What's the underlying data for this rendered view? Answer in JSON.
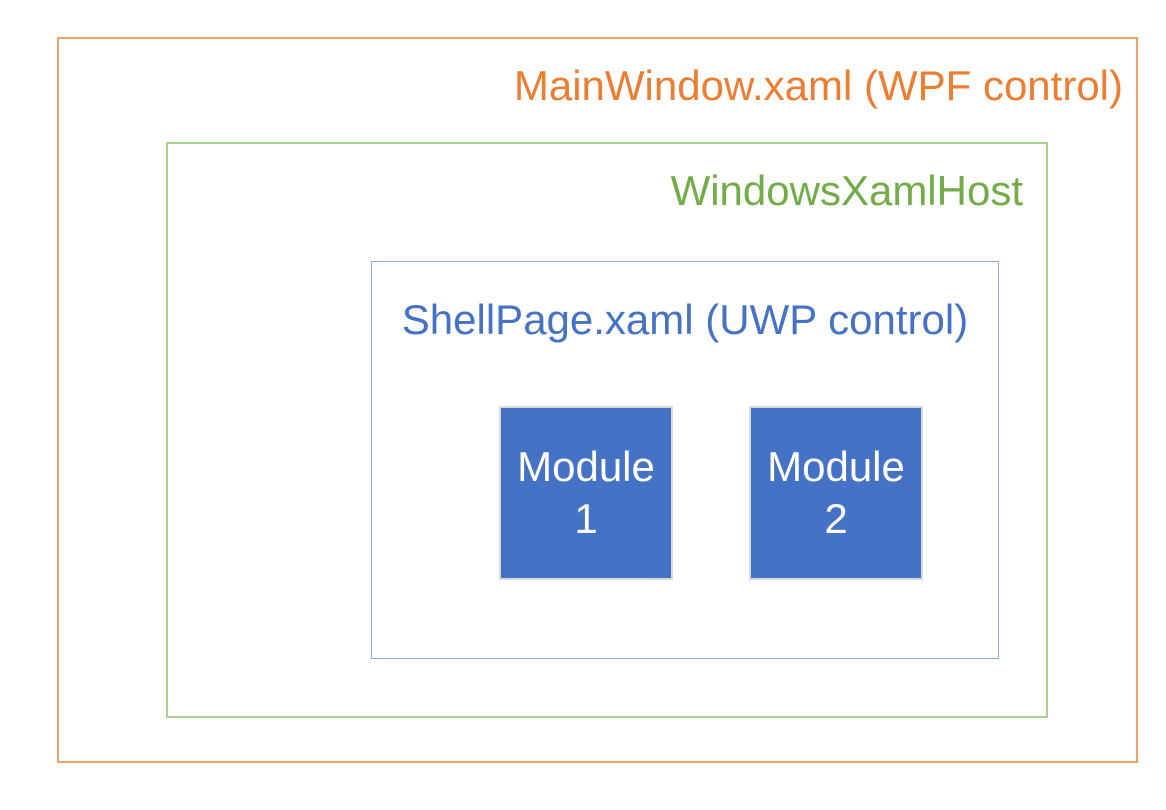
{
  "diagram": {
    "outer_box": {
      "label": "MainWindow.xaml (WPF control)",
      "text_color": "#ED7D31",
      "border_color": "#F2A269"
    },
    "host_box": {
      "label": "WindowsXamlHost",
      "text_color": "#70AD47",
      "border_color": "#A9D18E"
    },
    "shell_box": {
      "label": "ShellPage.xaml (UWP control)",
      "text_color": "#4472C4",
      "border_color": "#8FAADC"
    },
    "modules": [
      {
        "label": "Module 1",
        "line1": "Module",
        "line2": "1",
        "fill": "#4472C4",
        "text_color": "#FFFFFF"
      },
      {
        "label": "Module 2",
        "line1": "Module",
        "line2": "2",
        "fill": "#4472C4",
        "text_color": "#FFFFFF"
      }
    ]
  }
}
